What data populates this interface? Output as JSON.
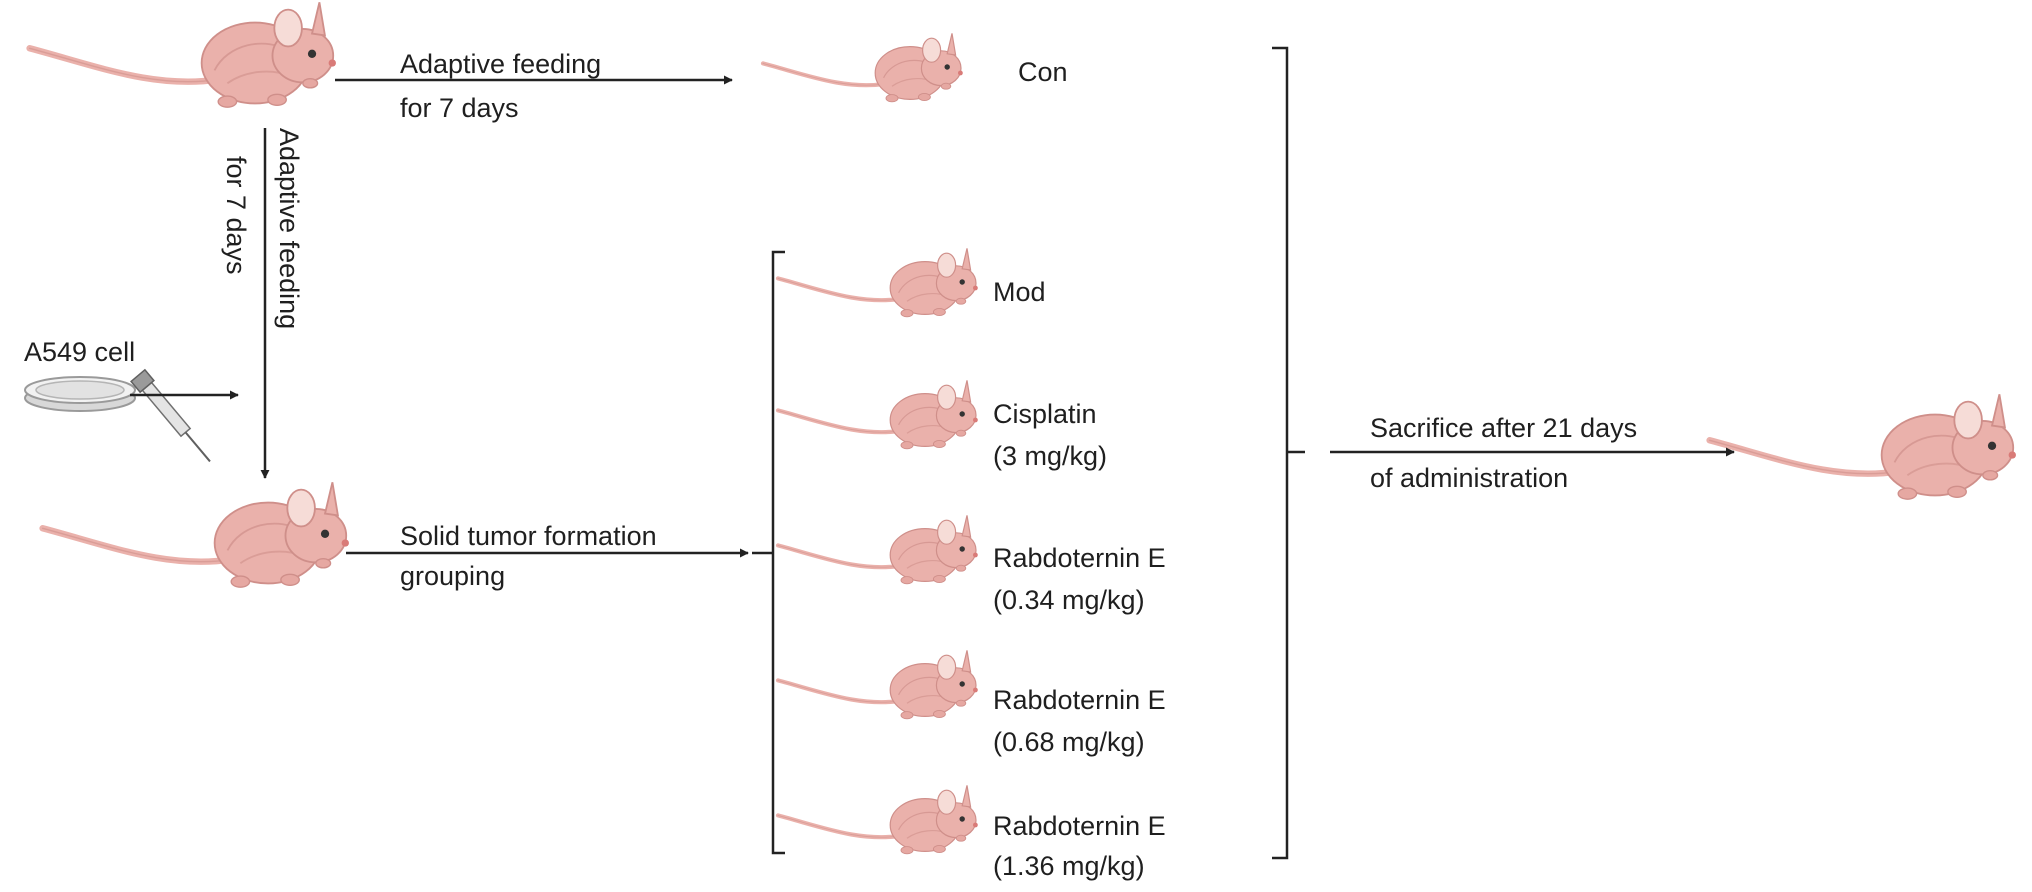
{
  "colors": {
    "mouse_body": "#eab1ab",
    "mouse_shade": "#cf8f8a",
    "mouse_ear": "#f6dcd7",
    "ink": "#1f1f1f",
    "arrow": "#222222"
  },
  "labels": {
    "top_arrow_line1": "Adaptive feeding",
    "top_arrow_line2": "for 7 days",
    "vertical_line1": "Adaptive feeding",
    "vertical_line2": "for 7 days",
    "cell_line": "A549 cell",
    "grouping_line1": "Solid tumor formation",
    "grouping_line2": "grouping",
    "sacrifice_line1": "Sacrifice after 21 days",
    "sacrifice_line2": "of administration"
  },
  "groups": [
    {
      "name": "Con",
      "dose": ""
    },
    {
      "name": "Mod",
      "dose": ""
    },
    {
      "name": "Cisplatin",
      "dose": "(3 mg/kg)"
    },
    {
      "name": "Rabdoternin E",
      "dose": "(0.34 mg/kg)"
    },
    {
      "name": "Rabdoternin E",
      "dose": "(0.68 mg/kg)"
    },
    {
      "name": "Rabdoternin E",
      "dose": "(1.36 mg/kg)"
    }
  ],
  "icons": {
    "mouse": "nude-mouse-icon",
    "dish": "petri-dish-icon",
    "syringe": "syringe-icon"
  }
}
